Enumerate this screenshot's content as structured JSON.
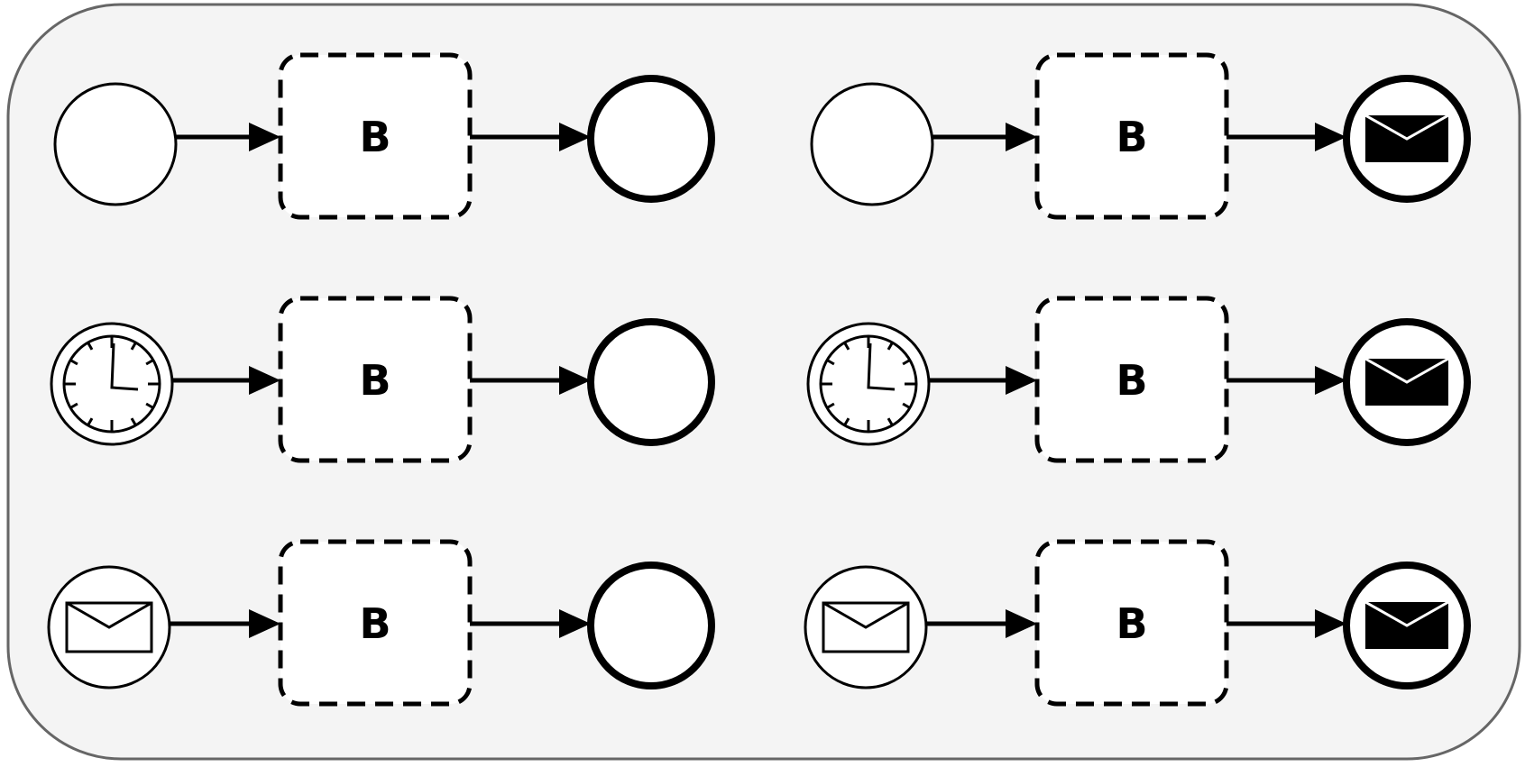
{
  "diagram": {
    "type": "bpmn-process-variants",
    "container_fill": "#f4f4f4",
    "container_stroke": "#666666",
    "line_color": "#000000",
    "rows": [
      {
        "left": {
          "start_event": "none",
          "task_label": "B",
          "end_event": "none"
        },
        "right": {
          "start_event": "none",
          "task_label": "B",
          "end_event": "message"
        }
      },
      {
        "left": {
          "start_event": "timer",
          "task_label": "B",
          "end_event": "none"
        },
        "right": {
          "start_event": "timer",
          "task_label": "B",
          "end_event": "message"
        }
      },
      {
        "left": {
          "start_event": "message",
          "task_label": "B",
          "end_event": "none"
        },
        "right": {
          "start_event": "message",
          "task_label": "B",
          "end_event": "message"
        }
      }
    ],
    "icons": {
      "none_start": "circle-thin-icon",
      "timer_start": "clock-icon",
      "message_start": "envelope-outline-icon",
      "none_end": "circle-thick-icon",
      "message_end": "envelope-filled-icon",
      "task": "dashed-rounded-task-icon",
      "flow": "arrow-right-icon"
    }
  }
}
